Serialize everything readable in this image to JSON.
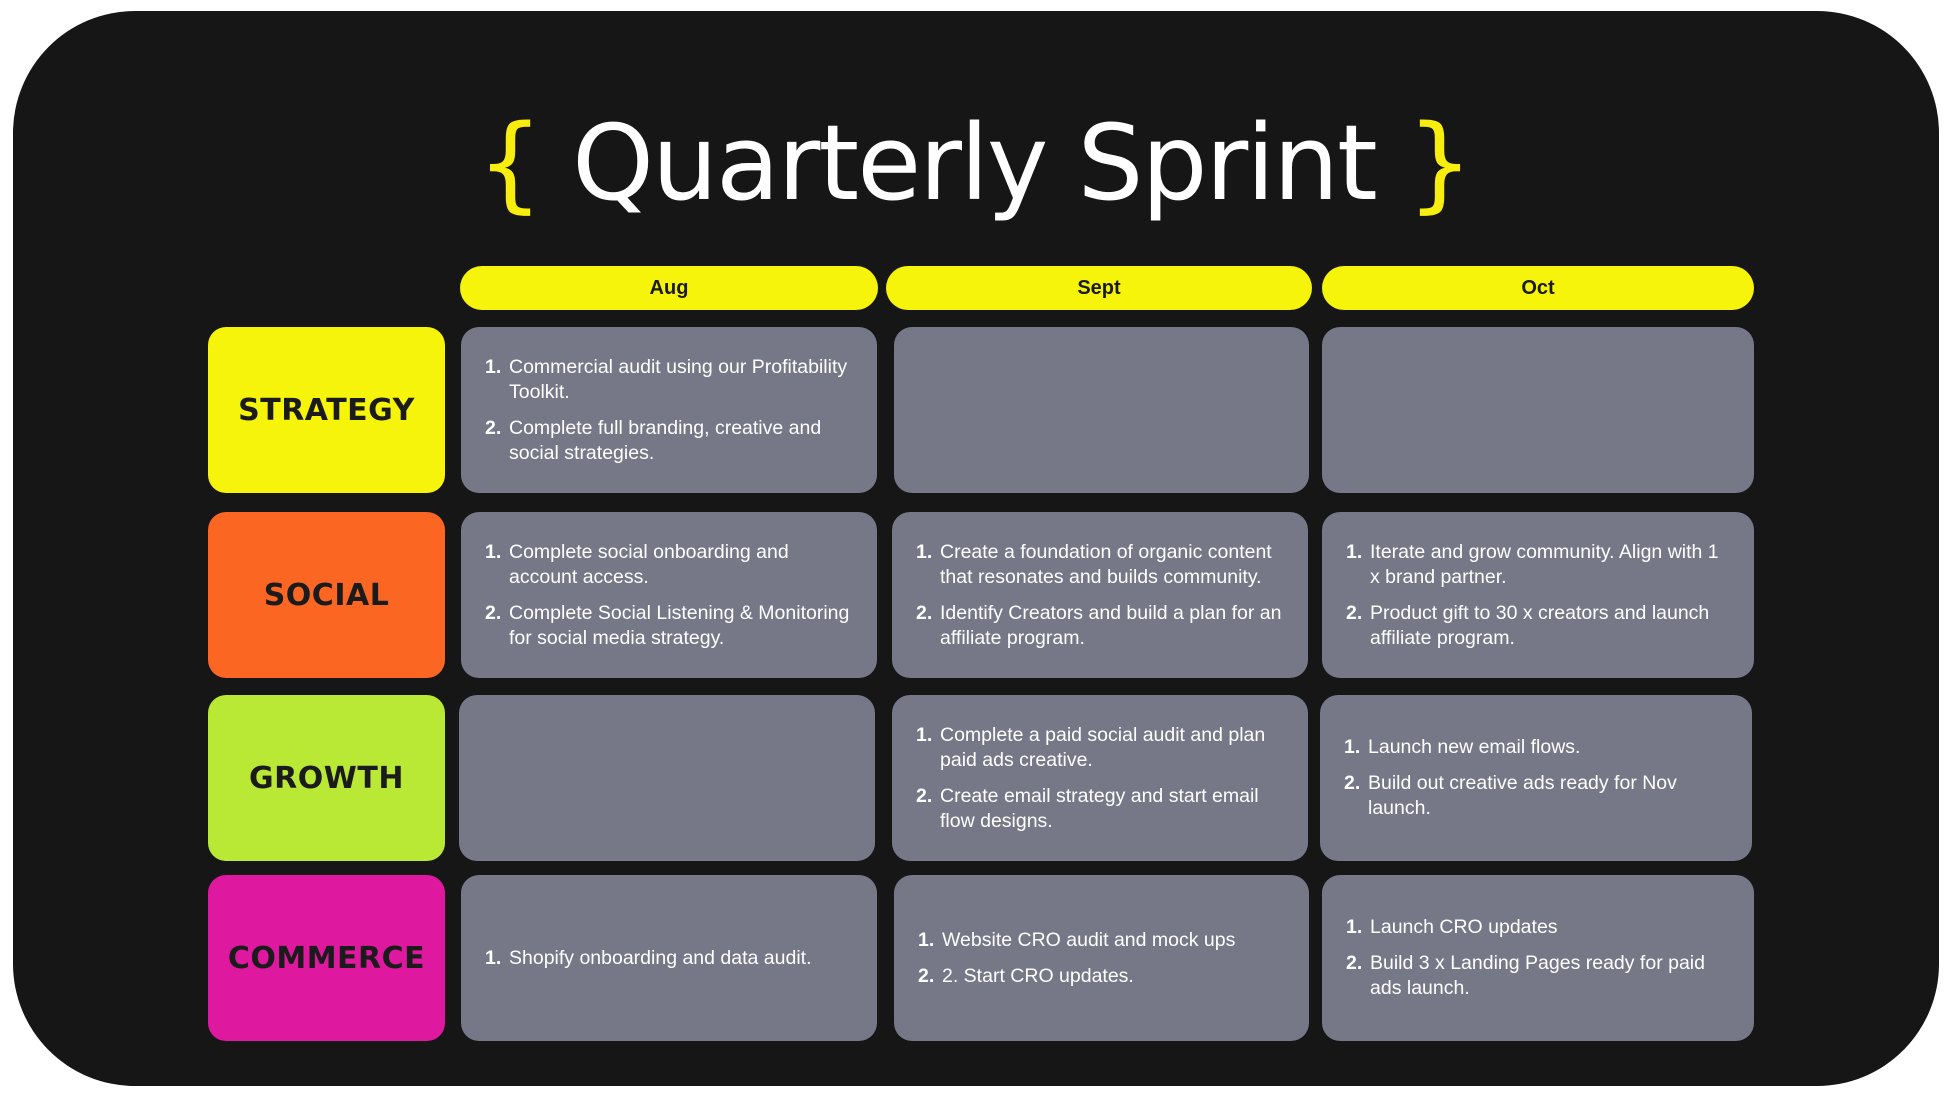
{
  "title": {
    "open_brace": "{",
    "text": "Quarterly Sprint",
    "close_brace": "}"
  },
  "columns": [
    "Aug",
    "Sept",
    "Oct"
  ],
  "rows": [
    {
      "label": "STRATEGY",
      "color": "#f6f40b",
      "cells": [
        [
          {
            "num": "1.",
            "text": "Commercial audit using our Profitability Toolkit."
          },
          {
            "num": "2.",
            "text": "Complete full branding, creative and social strategies."
          }
        ],
        [],
        []
      ]
    },
    {
      "label": "SOCIAL",
      "color": "#fb6622",
      "cells": [
        [
          {
            "num": "1.",
            "text": "Complete social onboarding and account access."
          },
          {
            "num": "2.",
            "text": "Complete Social Listening & Monitoring for social media strategy."
          }
        ],
        [
          {
            "num": "1.",
            "text": "Create a foundation of organic content that resonates and builds community."
          },
          {
            "num": "2.",
            "text": "Identify Creators and build a plan for an affiliate program."
          }
        ],
        [
          {
            "num": "1.",
            "text": "Iterate and grow community. Align with 1 x brand partner."
          },
          {
            "num": "2.",
            "text": "Product gift to 30 x creators and launch affiliate program."
          }
        ]
      ]
    },
    {
      "label": "GROWTH",
      "color": "#b9e935",
      "cells": [
        [],
        [
          {
            "num": "1.",
            "text": "Complete a paid social audit and plan paid ads creative."
          },
          {
            "num": "2.",
            "text": "Create email strategy and start email flow designs."
          }
        ],
        [
          {
            "num": "1.",
            "text": "Launch new email flows."
          },
          {
            "num": "2.",
            "text": "Build out creative ads ready for Nov launch."
          }
        ]
      ]
    },
    {
      "label": "COMMERCE",
      "color": "#de189f",
      "cells": [
        [
          {
            "num": "1.",
            "text": "Shopify onboarding and data audit."
          }
        ],
        [
          {
            "num": "1.",
            "text": "Website CRO audit and mock ups"
          },
          {
            "num": "2.",
            "text": "2. Start CRO updates."
          }
        ],
        [
          {
            "num": "1.",
            "text": "Launch CRO updates"
          },
          {
            "num": "2.",
            "text": "Build 3 x Landing Pages ready for paid ads launch."
          }
        ]
      ]
    }
  ],
  "colors": {
    "background": "#161616",
    "header_yellow": "#f6f40b",
    "cell_gray": "#767888",
    "text_white": "#ffffff"
  }
}
